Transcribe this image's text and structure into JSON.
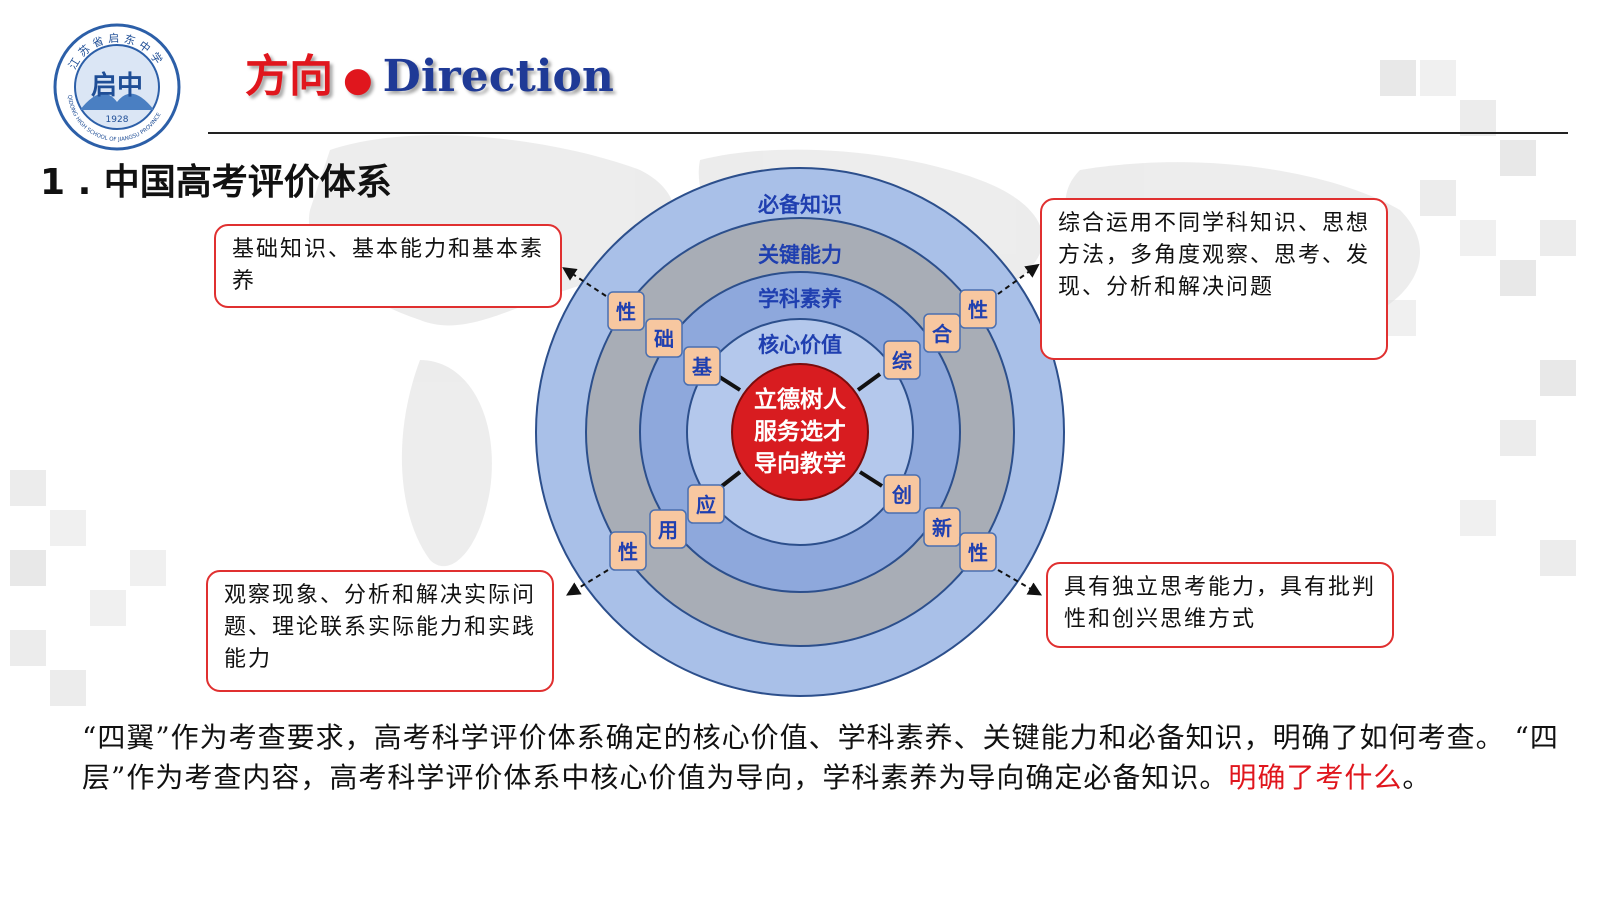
{
  "header": {
    "title_cn": "方向",
    "title_dot": "●",
    "title_en": "Direction"
  },
  "logo": {
    "arc_text": "江苏省启东中学",
    "center_text": "启中",
    "year": "1928",
    "bottom_arc_text": "QIDONG HIGH SCHOOL OF JIANGSU PROVINCE"
  },
  "section_title": "1 . 中国高考评价体系",
  "diagram": {
    "core_lines": [
      "立德树人",
      "服务选才",
      "导向教学"
    ],
    "rings": [
      {
        "label": "必备知识",
        "color": "#a9c0e8"
      },
      {
        "label": "关键能力",
        "color": "#a8adb6"
      },
      {
        "label": "学科素养",
        "color": "#8ea8dc"
      },
      {
        "label": "核心价值",
        "color": "#b4c8ec"
      }
    ],
    "core_color": "#d81c20",
    "tile_color": "#f7c7a0",
    "spokes": [
      {
        "direction": "up-left",
        "chars": [
          "基",
          "础",
          "性"
        ]
      },
      {
        "direction": "up-right",
        "chars": [
          "综",
          "合",
          "性"
        ]
      },
      {
        "direction": "down-left",
        "chars": [
          "应",
          "用",
          "性"
        ]
      },
      {
        "direction": "down-right",
        "chars": [
          "创",
          "新",
          "性"
        ]
      }
    ]
  },
  "callouts": {
    "top_left": "基础知识、基本能力和基本素养",
    "top_right": "综合运用不同学科知识、思想方法，多角度观察、思考、发现、分析和解决问题",
    "bottom_left": "观察现象、分析和解决实际问题、理论联系实际能力和实践能力",
    "bottom_right": "具有独立思考能力，具有批判性和创兴思维方式"
  },
  "bottom_text": {
    "main": "“四翼”作为考查要求，高考科学评价体系确定的核心价值、学科素养、关键能力和必备知识，明确了如何考查。",
    "part1": "“四层”作为考查内容，高考科学评价体系中核心价值为导向，学科素养为导向确定必备知识。",
    "red": "明确了考什么",
    "end": "。"
  },
  "colors": {
    "accent_red": "#e0161d",
    "title_blue": "#1f3a96",
    "ring_text_blue": "#1f3fb0"
  }
}
